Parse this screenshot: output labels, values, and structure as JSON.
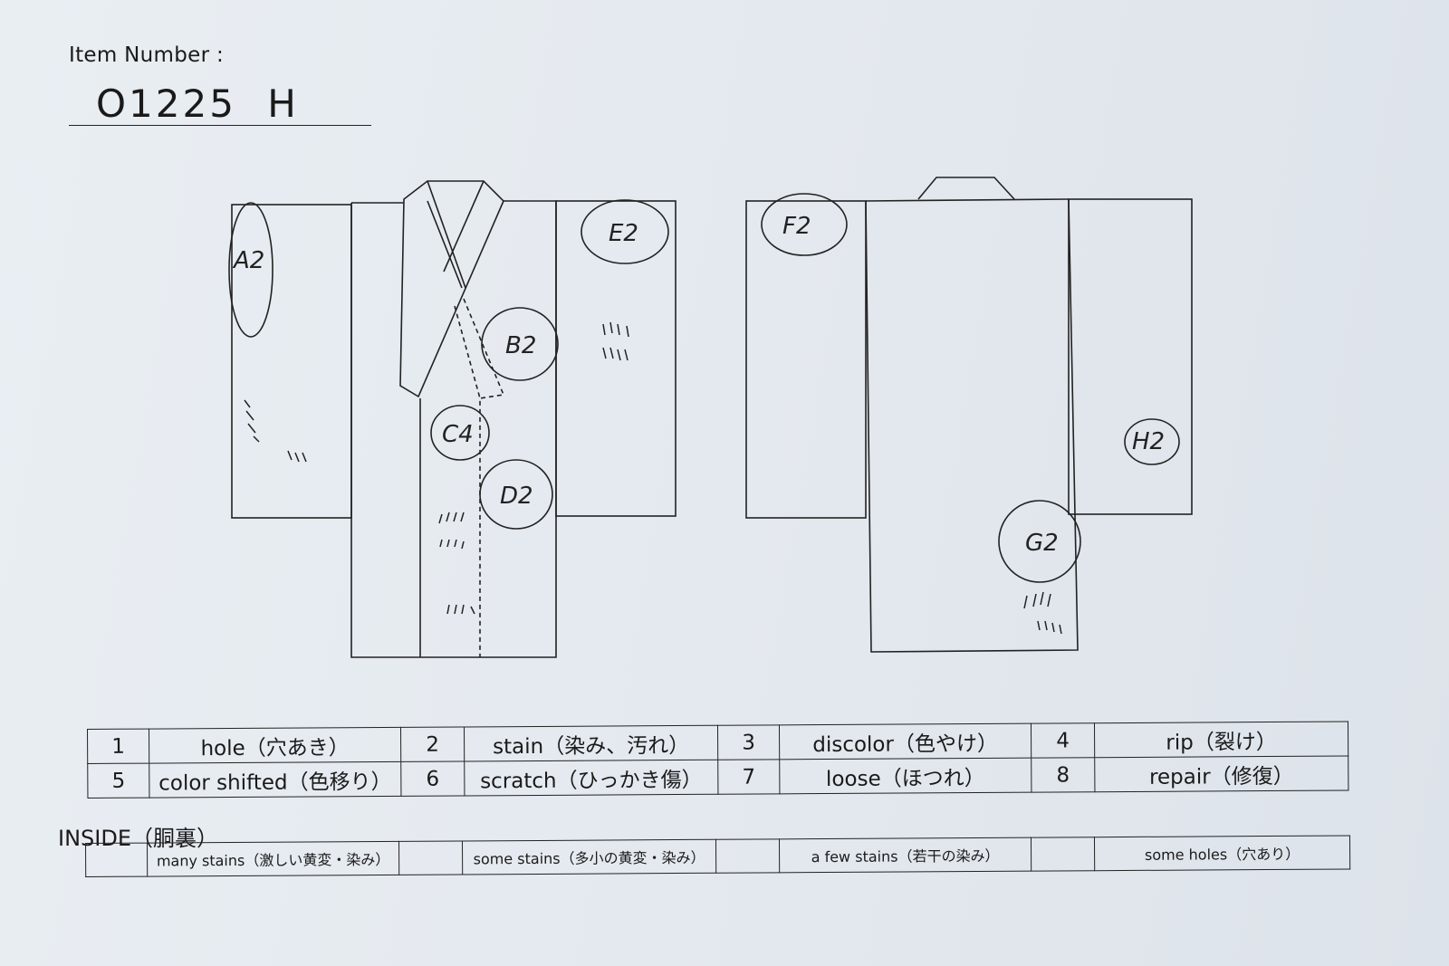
{
  "header": {
    "item_label": "Item Number :",
    "item_number": "O1225  H"
  },
  "diagram": {
    "front_marks": {
      "a": "A2",
      "b": "B2",
      "c": "C4",
      "d": "D2",
      "e": "E2"
    },
    "back_marks": {
      "f": "F2",
      "g": "G2",
      "h": "H2"
    }
  },
  "legend": {
    "rows": [
      [
        {
          "num": "1",
          "label": "hole（穴あき）"
        },
        {
          "num": "2",
          "label": "stain（染み、汚れ）"
        },
        {
          "num": "3",
          "label": "discolor（色やけ）"
        },
        {
          "num": "4",
          "label": "rip（裂け）"
        }
      ],
      [
        {
          "num": "5",
          "label": "color shifted（色移り）"
        },
        {
          "num": "6",
          "label": "scratch（ひっかき傷）"
        },
        {
          "num": "7",
          "label": "loose（ほつれ）"
        },
        {
          "num": "8",
          "label": "repair（修復）"
        }
      ]
    ]
  },
  "inside": {
    "title": "INSIDE（胴裏）",
    "items": [
      {
        "mark": "",
        "label": "many stains（激しい黄変・染み）"
      },
      {
        "mark": "",
        "label": "some stains（多小の黄変・染み）"
      },
      {
        "mark": "",
        "label": "a few stains（若干の染み）"
      },
      {
        "mark": "",
        "label": "some holes（穴あり）"
      }
    ]
  }
}
